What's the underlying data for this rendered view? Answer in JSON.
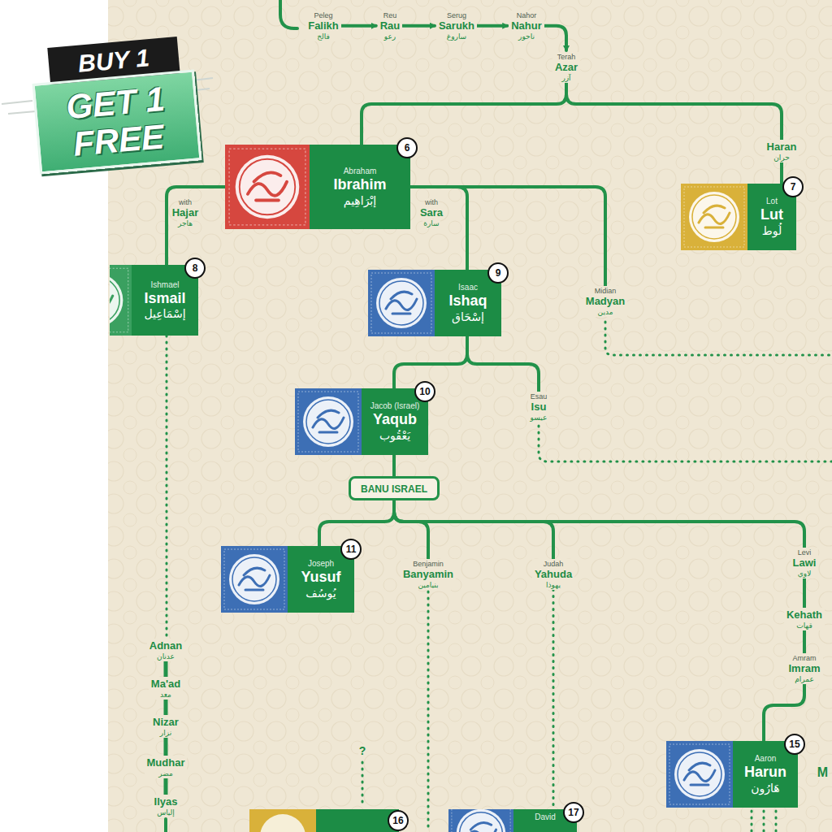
{
  "diagram": {
    "nodes": [
      {
        "text": [
          "Peleg",
          "Falikh",
          "فالخ"
        ]
      },
      {
        "text": [
          "Reu",
          "Rau",
          "رعو"
        ]
      },
      {
        "text": [
          "Serug",
          "Sarukh",
          "ساروغ"
        ]
      },
      {
        "text": [
          "Nahor",
          "Nahur",
          "ناحور"
        ]
      },
      {
        "text": [
          "Terah",
          "Azar",
          "آزر"
        ]
      },
      {
        "text": [
          "Abraham",
          "Ibrahim",
          "إبْرَاهِيم"
        ]
      },
      {
        "text": [
          "Haran",
          "حران"
        ]
      },
      {
        "text": [
          "Lot",
          "Lut",
          "لُوط"
        ]
      },
      {
        "text": [
          "Ishmael",
          "Ismail",
          "إسْمَاعِيل"
        ]
      },
      {
        "text": [
          "Isaac",
          "Ishaq",
          "إسْحَاق"
        ]
      },
      {
        "text": [
          "Midian",
          "Madyan",
          "مدين"
        ]
      },
      {
        "text": [
          "Jacob (Israel)",
          "Yaqub",
          "يَعْقُوب"
        ]
      },
      {
        "text": [
          "Esau",
          "Isu",
          "عيسو"
        ]
      },
      {
        "text": [
          "BANU ISRAEL"
        ]
      },
      {
        "text": [
          "Joseph",
          "Yusuf",
          "يُوسُف"
        ]
      },
      {
        "text": [
          "Benjamin",
          "Banyamin",
          "بنيامين"
        ]
      },
      {
        "text": [
          "Judah",
          "Yahuda",
          "يهوذا"
        ]
      },
      {
        "text": [
          "Levi",
          "Lawi",
          "لاوي"
        ]
      },
      {
        "text": [
          "Kehath",
          "قهات"
        ]
      },
      {
        "text": [
          "Amram",
          "Imram",
          "عمرام"
        ]
      },
      {
        "text": [
          "Aaron",
          "Harun",
          "هَارُون"
        ]
      },
      {
        "text": [
          "Adnan",
          "عدنان"
        ]
      },
      {
        "text": [
          "Ma'ad",
          "معد"
        ]
      },
      {
        "text": [
          "Nizar",
          "نزار"
        ]
      },
      {
        "text": [
          "Mudhar",
          "مضر"
        ]
      },
      {
        "text": [
          "Ilyas",
          "إلياس"
        ]
      },
      {
        "text": [
          "David"
        ]
      }
    ],
    "edges": [
      {
        "from": 0,
        "to": 1,
        "arrow": "to"
      },
      {
        "from": 1,
        "to": 2,
        "arrow": "to"
      },
      {
        "from": 2,
        "to": 3,
        "arrow": "to"
      },
      {
        "from": 3,
        "to": 4,
        "arrow": "to"
      },
      {
        "from": 4,
        "to": 5,
        "arrow": "none"
      },
      {
        "from": 4,
        "to": 6,
        "arrow": "none"
      },
      {
        "from": 6,
        "to": 7,
        "arrow": "none"
      },
      {
        "from": 5,
        "to": 8,
        "arrow": "none"
      },
      {
        "from": 5,
        "to": 9,
        "arrow": "none"
      },
      {
        "from": 5,
        "to": 10,
        "arrow": "none"
      },
      {
        "from": 9,
        "to": 11,
        "arrow": "none"
      },
      {
        "from": 9,
        "to": 12,
        "arrow": "none"
      },
      {
        "from": 11,
        "to": 13,
        "arrow": "none"
      },
      {
        "from": 13,
        "to": 14,
        "arrow": "none"
      },
      {
        "from": 13,
        "to": 15,
        "arrow": "none"
      },
      {
        "from": 13,
        "to": 16,
        "arrow": "none"
      },
      {
        "from": 13,
        "to": 17,
        "arrow": "none"
      },
      {
        "from": 17,
        "to": 18,
        "arrow": "none"
      },
      {
        "from": 18,
        "to": 19,
        "arrow": "none"
      },
      {
        "from": 19,
        "to": 20,
        "arrow": "none"
      },
      {
        "from": 8,
        "to": 21,
        "arrow": "none"
      },
      {
        "from": 21,
        "to": 22,
        "arrow": "none"
      },
      {
        "from": 22,
        "to": 23,
        "arrow": "none"
      },
      {
        "from": 23,
        "to": 24,
        "arrow": "none"
      },
      {
        "from": 24,
        "to": 25,
        "arrow": "none"
      },
      {
        "from": 16,
        "to": 26,
        "arrow": "none"
      }
    ],
    "labels": [
      "6",
      "7",
      "8",
      "9",
      "10",
      "11",
      "15",
      "16",
      "17",
      "with",
      "Hajar",
      "هاجر",
      "with",
      "Sara",
      "سارة",
      "?",
      "M",
      "BUY 1",
      "GET 1",
      "FREE"
    ]
  }
}
